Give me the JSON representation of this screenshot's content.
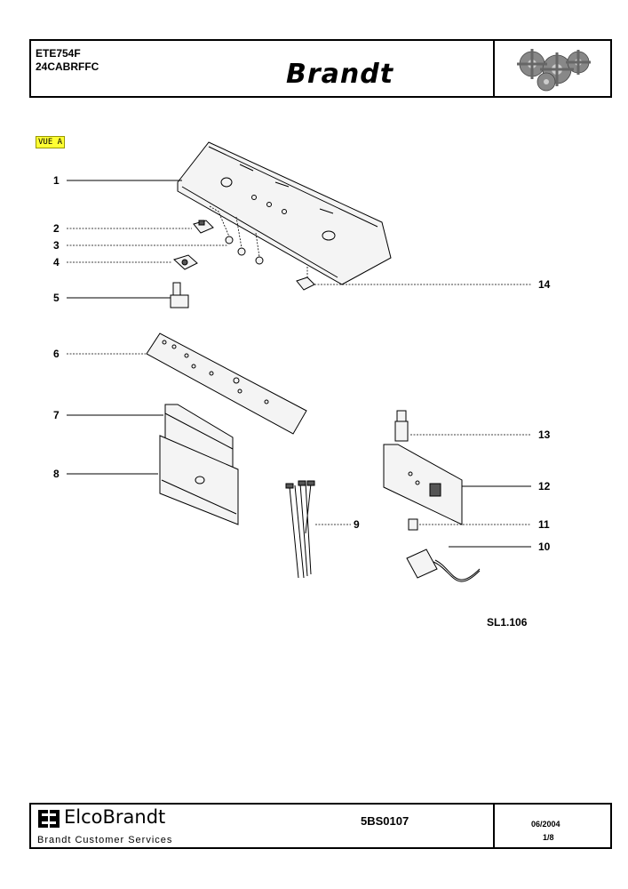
{
  "header": {
    "model_line1": "ETE754F",
    "model_line2": "24CABRFFC",
    "brand": "Brandt",
    "logo_icon": "gears-icon"
  },
  "view_label": "VUE A",
  "callouts": [
    "1",
    "2",
    "3",
    "4",
    "5",
    "6",
    "7",
    "8",
    "9",
    "10",
    "11",
    "12",
    "13",
    "14"
  ],
  "reference": "SL1.106",
  "footer": {
    "company": "ElcoBrandt",
    "subtitle": "Brandt Customer Services",
    "doc_number": "5BS0107",
    "date": "06/2004",
    "page": "1/8"
  }
}
